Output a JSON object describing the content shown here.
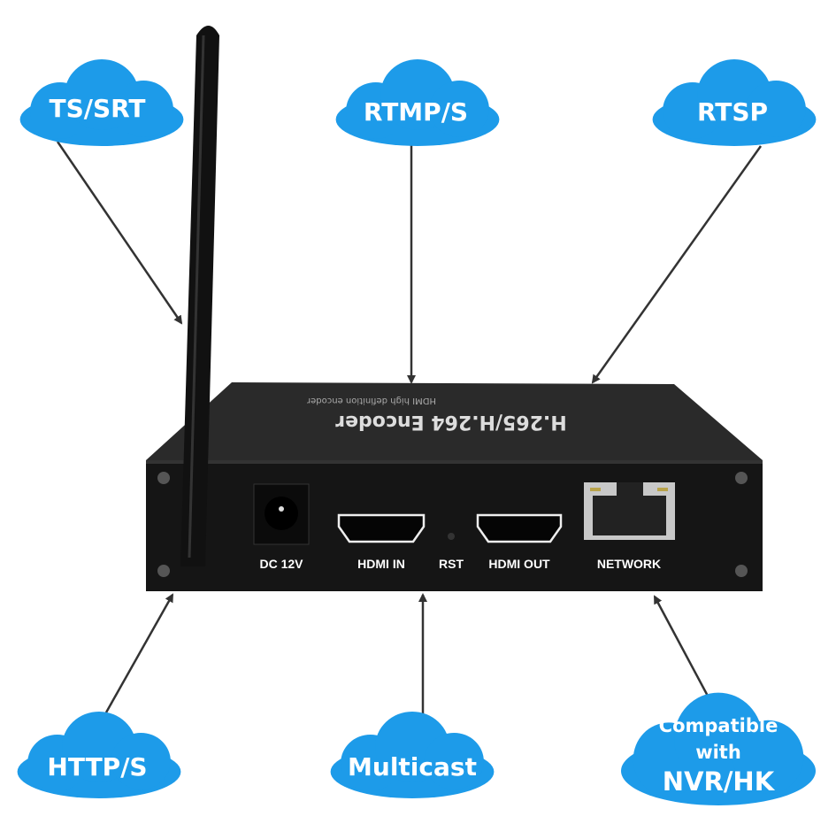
{
  "colors": {
    "cloud": "#1d9be9",
    "device": "#151515",
    "arrow": "#333333"
  },
  "clouds": {
    "ts_srt": "TS/SRT",
    "rtmp": "RTMP/S",
    "rtsp": "RTSP",
    "http": "HTTP/S",
    "multicast": "Multicast",
    "compatible": [
      "Compatible",
      "with",
      "NVR/HK"
    ]
  },
  "device": {
    "title": "H.265/H.264 Encoder",
    "subtitle": "HDMI high definition encoder",
    "ports": {
      "dc": "DC 12V",
      "hdmi_in": "HDMI IN",
      "rst": "RST",
      "hdmi_out": "HDMI OUT",
      "network": "NETWORK"
    }
  }
}
